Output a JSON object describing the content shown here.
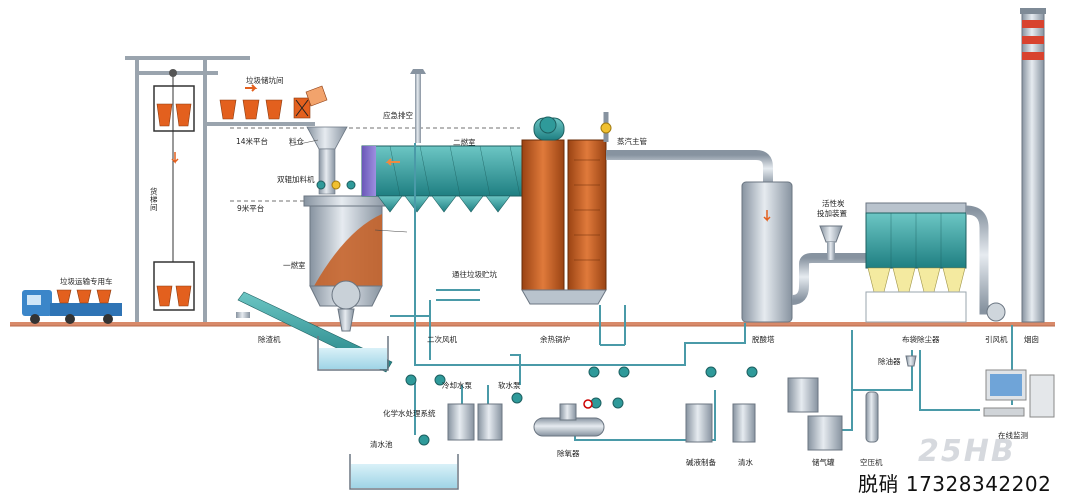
{
  "labels": {
    "garbage_storage": "垃圾储坑间",
    "platform_14m": "14米平台",
    "hopper": "料仓",
    "emergency_vent": "应急排空",
    "double_feeder": "双辊加料机",
    "platform_9m": "9米平台",
    "second_chamber": "二燃室",
    "steam_main": "蒸汽主管",
    "elevator_room": "货梯间",
    "first_chamber": "一燃室",
    "garbage_truck": "垃圾运输专用车",
    "slag_remover": "除渣机",
    "to_garbage_pit": "通往垃圾贮坑",
    "secondary_fan": "二次风机",
    "waste_heat_boiler": "余热锅炉",
    "deacid_tower": "脱酸塔",
    "activated_carbon": "活性炭",
    "dosing_device": "投加装置",
    "bag_filter": "布袋除尘器",
    "induced_fan": "引风机",
    "chimney": "烟囱",
    "cooling_pump": "冷却水泵",
    "soft_pump": "软水泵",
    "chem_water": "化学水处理系统",
    "clear_pool": "清水池",
    "deaerator": "除氧器",
    "alkali": "碱液制备",
    "clear_water": "清水",
    "oil_remover": "除油器",
    "air_tank": "储气罐",
    "compressor": "空压机",
    "online_monitor": "在线监测"
  },
  "watermark": "25HB",
  "contact": "脱硝 17328342202",
  "colors": {
    "steel": "#b9c3cd",
    "steel_dark": "#7e8a96",
    "teal": "#2f9a9a",
    "boiler": "#c5632a",
    "bucket": "#e3601e",
    "pipe": "#4a9aa8",
    "ground": "#d88a6a"
  }
}
